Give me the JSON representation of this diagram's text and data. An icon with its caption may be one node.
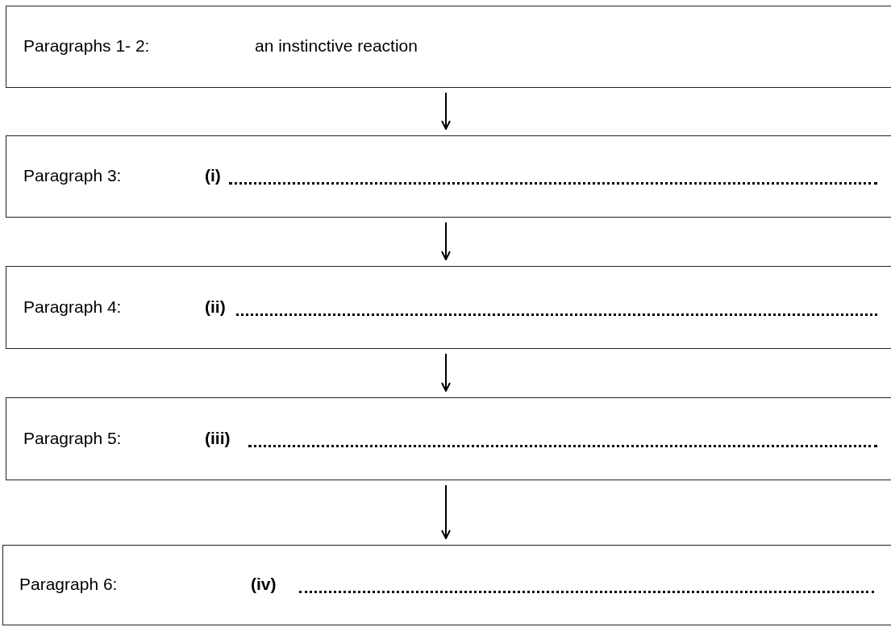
{
  "diagram": {
    "nodes": [
      {
        "text": [
          "Paragraphs 1- 2:",
          "an instinctive reaction"
        ]
      },
      {
        "text": [
          "Paragraph 3:",
          "(i)"
        ]
      },
      {
        "text": [
          "Paragraph 4:",
          "(ii)"
        ]
      },
      {
        "text": [
          "Paragraph 5:",
          "(iii)"
        ]
      },
      {
        "text": [
          "Paragraph 6:",
          "(iv)"
        ]
      }
    ],
    "edges": [
      {
        "from": 0,
        "to": 1,
        "arrow": "to"
      },
      {
        "from": 1,
        "to": 2,
        "arrow": "to"
      },
      {
        "from": 2,
        "to": 3,
        "arrow": "to"
      },
      {
        "from": 3,
        "to": 4,
        "arrow": "to"
      }
    ]
  }
}
